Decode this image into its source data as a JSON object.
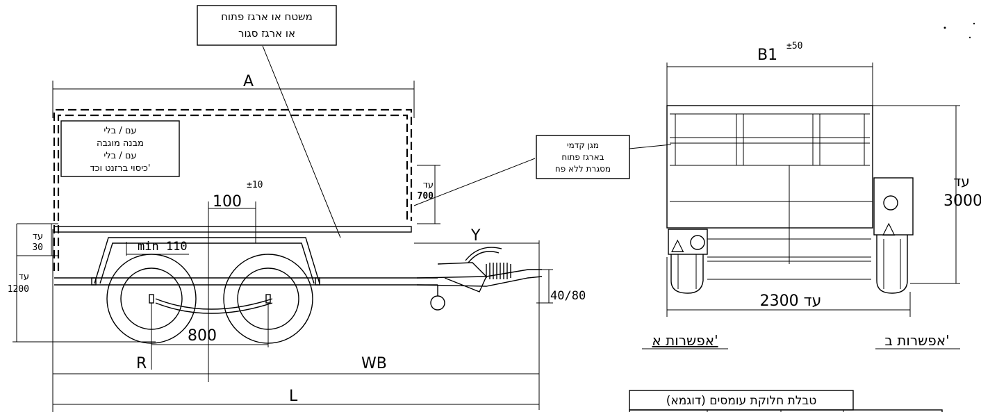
{
  "callouts": {
    "body_box_line1": "משטח או ארגז פתוח",
    "body_box_line2": "או ארגז סגור",
    "structure_box": [
      "עם / בלי",
      "מבנה מוגבה",
      "עם / בלי",
      "כיסוי ברזנט וכד'"
    ],
    "front_guard_box": [
      "מגן קדמי",
      "בארגז פתוח",
      "מסגרת ללא פח"
    ]
  },
  "dimensions": {
    "A": "A",
    "L": "L",
    "WB": "WB",
    "R": "R",
    "Y": "Y",
    "B1": "B1",
    "B1_tol": "±50",
    "d100": "100",
    "d100_tol": "±10",
    "d800": "800",
    "min110": "min 110",
    "d40_80": "40/80",
    "upto": "עד",
    "v700": "700",
    "v30": "30",
    "v1200": "1200",
    "v3000": "3000",
    "w2300": "2300 עד"
  },
  "options": {
    "option_a": "אפשרות א'",
    "option_b": "אפשרות ב'"
  },
  "table": {
    "title": "טבלת חלוקת עומסים (דוגמא)"
  }
}
